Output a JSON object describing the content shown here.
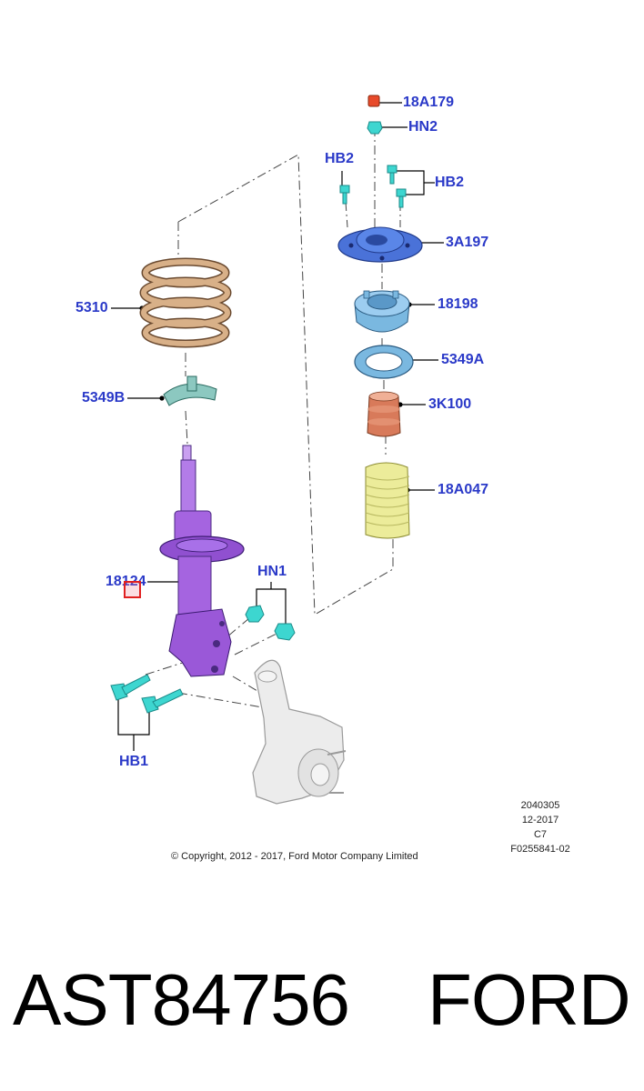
{
  "callouts": {
    "c18a179": "18A179",
    "hn2": "HN2",
    "hb2_left": "HB2",
    "hb2_right": "HB2",
    "c3a197": "3A197",
    "c18198": "18198",
    "c5349a": "5349A",
    "c3k100": "3K100",
    "c18a047": "18A047",
    "c5310": "5310",
    "c5349b": "5349B",
    "c18124": "18124",
    "hn1": "HN1",
    "hb1": "HB1"
  },
  "footer": {
    "copyright": "© Copyright, 2012 - 2017, Ford Motor Company Limited",
    "ref_number": "2040305",
    "date": "12-2017",
    "code": "C7",
    "figure_id": "F0255841-02"
  },
  "product": {
    "part_number": "AST84756",
    "brand": "FORD"
  },
  "colors": {
    "callout_text": "#2a39c8",
    "strut": "#a564e0",
    "mount": "#4a72d8",
    "bearing": "#7ab8e0",
    "bump_stop": "#d87a5a",
    "dust_boot": "#ecec9a",
    "spring": "#c9a07a",
    "fastener": "#3dd6d0",
    "knuckle": "#d6d6d6"
  }
}
